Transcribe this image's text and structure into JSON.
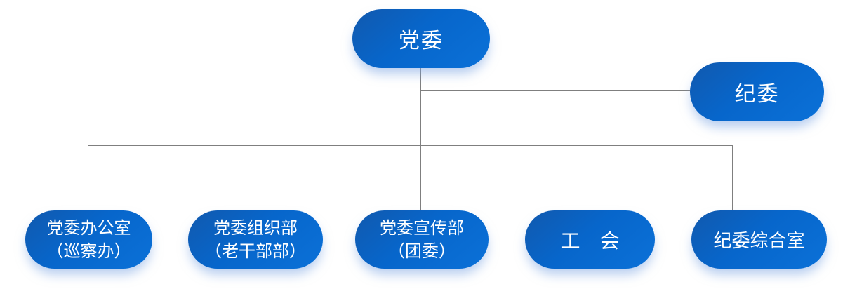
{
  "diagram": {
    "type": "org-chart",
    "background": "#ffffff",
    "colors": {
      "node_fill_dark": "#1159ae",
      "node_fill_mid": "#0766cb",
      "node_fill_bright": "#0b71d8",
      "node_text": "#ffffff",
      "connector": "#7f7f7f",
      "node_shadow": "rgba(120,162,226,0.55)"
    }
  },
  "nodes": [
    {
      "id": "party-committee",
      "label_lines": [
        "党委"
      ]
    },
    {
      "id": "discipline-committee",
      "label_lines": [
        "纪委"
      ]
    },
    {
      "id": "party-committee-office",
      "label_lines": [
        "党委办公室",
        "（巡察办）"
      ]
    },
    {
      "id": "organization-department",
      "label_lines": [
        "党委组织部",
        "（老干部部）"
      ]
    },
    {
      "id": "publicity-department",
      "label_lines": [
        "党委宣传部",
        "（团委）"
      ]
    },
    {
      "id": "labor-union",
      "label_lines": [
        "工　会"
      ]
    },
    {
      "id": "discipline-general-office",
      "label_lines": [
        "纪委综合室"
      ]
    }
  ],
  "edges": [
    {
      "from": "党委",
      "to": "纪委"
    },
    {
      "from": "党委",
      "to": "党委办公室（巡察办）"
    },
    {
      "from": "党委",
      "to": "党委组织部（老干部部）"
    },
    {
      "from": "党委",
      "to": "党委宣传部（团委）"
    },
    {
      "from": "党委",
      "to": "工　会"
    },
    {
      "from": "党委",
      "to": "纪委综合室"
    },
    {
      "from": "纪委",
      "to": "纪委综合室"
    }
  ]
}
